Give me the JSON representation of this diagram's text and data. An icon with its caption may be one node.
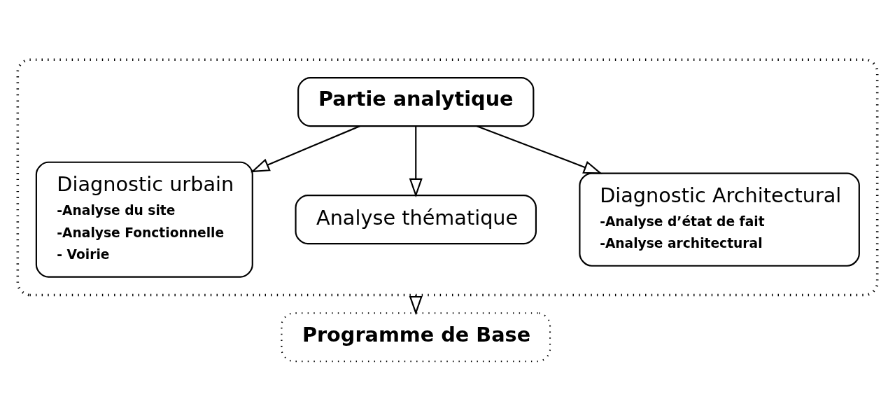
{
  "diagram": {
    "nodes": [
      {
        "text": [],
        "shape": "box"
      },
      {
        "text": [
          "Partie analytique"
        ],
        "in": 0
      },
      {
        "text": [
          "Diagnostic urbain",
          "-Analyse du site",
          "-Analyse Fonctionnelle",
          "- Voirie"
        ],
        "in": 0
      },
      {
        "text": [
          "Analyse thématique"
        ],
        "in": 0
      },
      {
        "text": [
          "Diagnostic Architectural",
          "-Analyse d’état de fait",
          "-Analyse architectural"
        ],
        "in": 0
      },
      {
        "text": [
          "Programme de Base"
        ]
      }
    ],
    "edges": [
      {
        "from": 1,
        "to": 2,
        "arrow": "to"
      },
      {
        "from": 1,
        "to": 3,
        "arrow": "to"
      },
      {
        "from": 1,
        "to": 4,
        "arrow": "to"
      },
      {
        "from": 0,
        "to": 5,
        "arrow": "to"
      }
    ]
  }
}
